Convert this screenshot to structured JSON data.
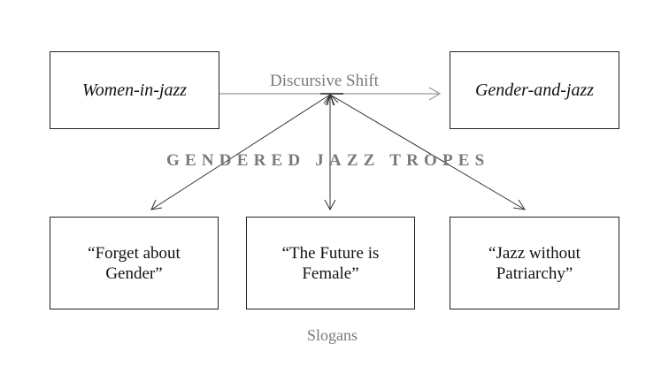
{
  "diagram": {
    "nodes": {
      "women_in_jazz": "Women-in-jazz",
      "gender_and_jazz": "Gender-and-jazz",
      "slogan_1": "“Forget about Gender”",
      "slogan_2": "“The Future is Female”",
      "slogan_3": "“Jazz without Patriarchy”"
    },
    "labels": {
      "shift": "Discursive Shift",
      "tropes": "GENDERED JAZZ TROPES",
      "slogans": "Slogans"
    },
    "edges": [
      {
        "from": "women_in_jazz",
        "to": "gender_and_jazz",
        "label": "Discursive Shift"
      },
      {
        "from": "discursive_shift",
        "to": "slogan_1"
      },
      {
        "from": "discursive_shift",
        "to": "slogan_2"
      },
      {
        "from": "discursive_shift",
        "to": "slogan_3"
      }
    ],
    "colors": {
      "label_gray": "#7a7a7a",
      "box_border": "#222222",
      "arrow": "#333333"
    }
  }
}
